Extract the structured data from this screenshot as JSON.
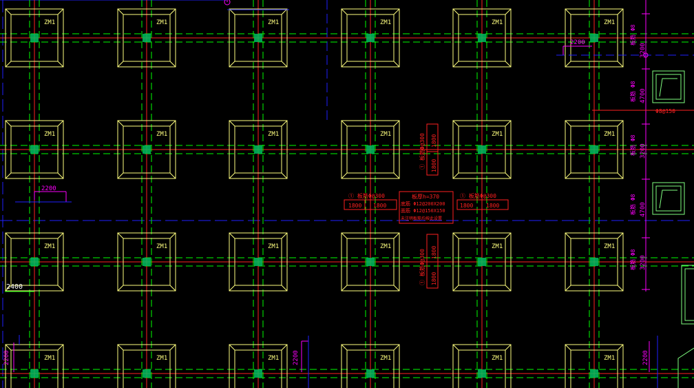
{
  "drawing": {
    "column_label": "ZM1",
    "colors": {
      "background": "#000000",
      "column": "#ffff80",
      "grid_red": "#ff2020",
      "grid_green": "#00ff00",
      "axis_blue": "#2020ff",
      "dimension": "#ff00ff",
      "annotation": "#ff2020",
      "node": "#00c060",
      "opening": "#80ff80"
    },
    "dims": {
      "d2200_a": "2200",
      "d2200_b": "2200",
      "d2400": "2400",
      "d2200_c": "2200",
      "d2200_d": "2200",
      "d2200_e": "2200",
      "r3200_a": "3200",
      "r4700_a": "4700",
      "r3200_b": "3200",
      "r4700_b": "4700",
      "r3200_c": "3200"
    },
    "right_notes": {
      "n1": "板筋 Φ8",
      "n2": "板筋 Φ8",
      "n3": "板筋 Φ8",
      "n4": "板筋 Φ8",
      "n5": "板筋 Φ8",
      "rebar": "Φ8@150"
    },
    "annotations": {
      "left_title": "① 板筋Φ@300",
      "left_a": "1800",
      "left_b": "1800",
      "right_title": "① 板筋Φ@300",
      "right_a": "1800",
      "right_b": "1800",
      "top_vert_title": "① 板筋Φ@300",
      "top_vert_a": "1800",
      "top_vert_b": "1800",
      "bot_vert_title": "① 板筋Φ@300",
      "bot_vert_a": "1800",
      "bot_vert_b": "1800",
      "box_line1": "板厚h=370",
      "box_line2": "底筋 Φ12@200X200",
      "box_line3": "面筋 Φ12@150X150",
      "box_line4": "未注明板筋均按此设置"
    }
  }
}
